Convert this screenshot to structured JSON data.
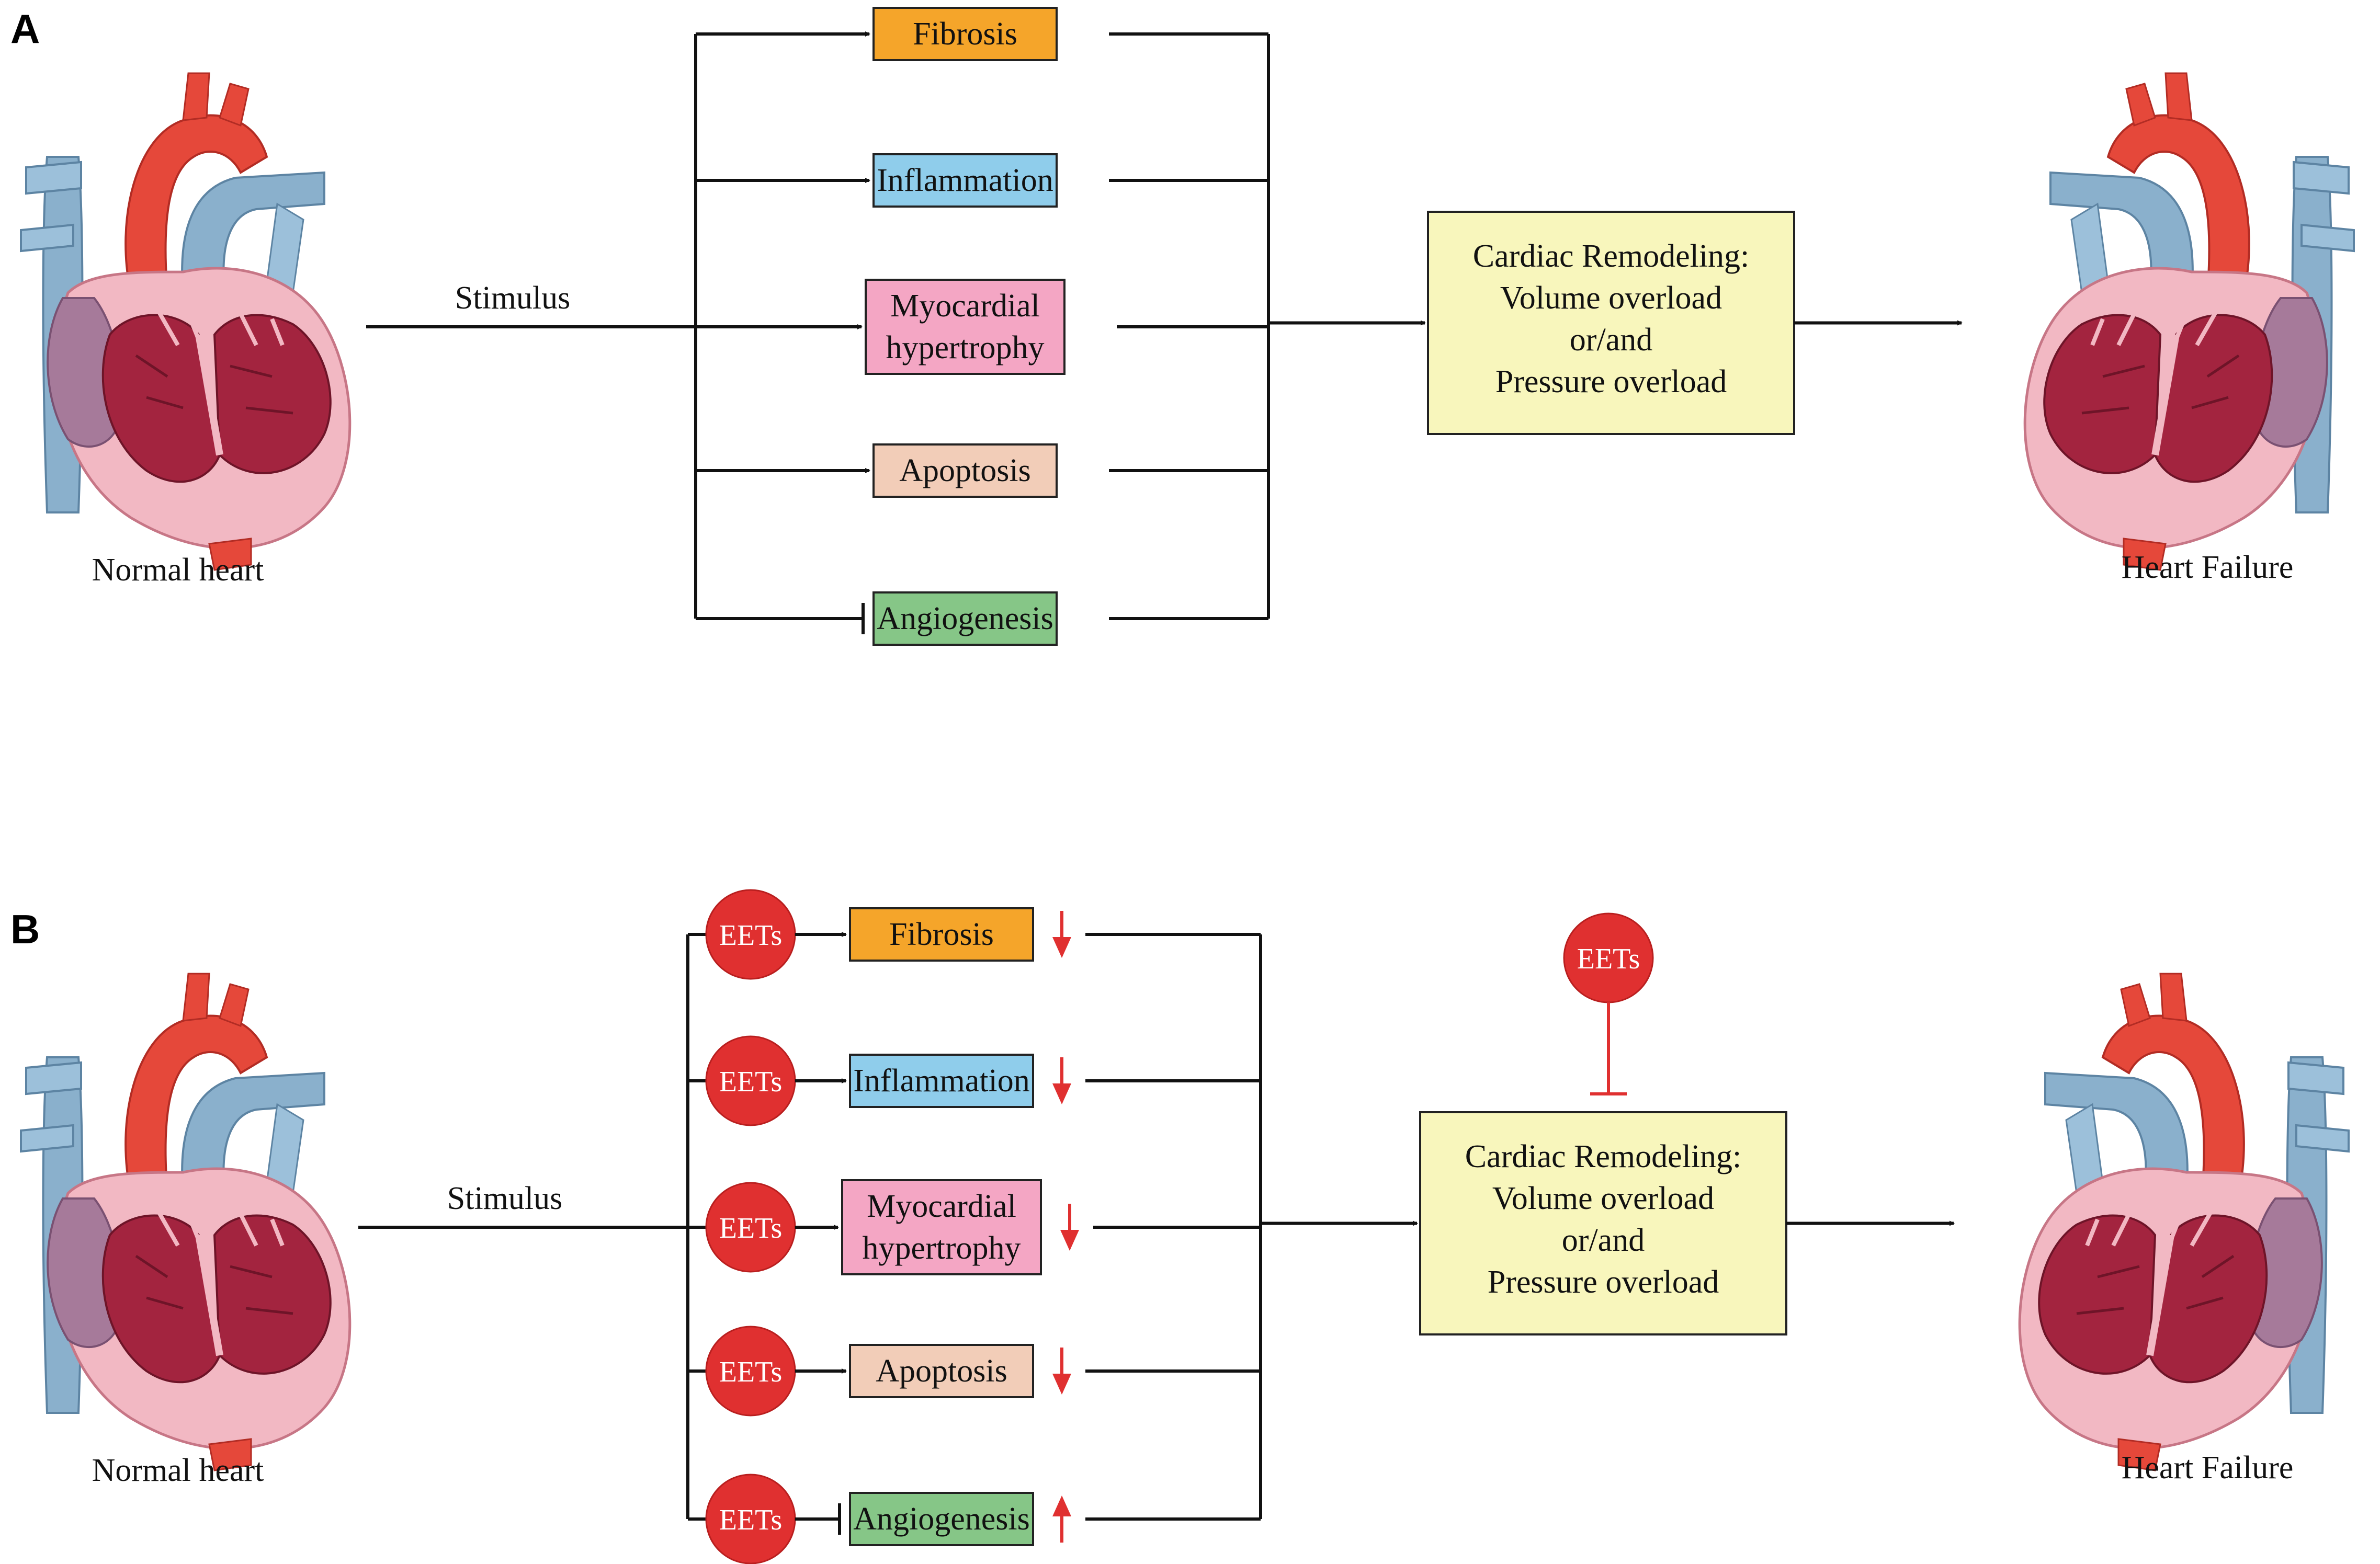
{
  "panels": [
    {
      "letter": "A",
      "left_label": "Normal heart",
      "right_label": "Heart  Failure",
      "stimulus": "Stimulus",
      "pathways": [
        {
          "label_lines": [
            "Fibrosis"
          ],
          "color": "#f5a52a",
          "eets": false,
          "effect": "arrow",
          "change": null
        },
        {
          "label_lines": [
            "Inflammation"
          ],
          "color": "#8fcdeb",
          "eets": false,
          "effect": "arrow",
          "change": null
        },
        {
          "label_lines": [
            "Myocardial",
            "hypertrophy"
          ],
          "color": "#f4a6c4",
          "eets": false,
          "effect": "arrow",
          "change": null
        },
        {
          "label_lines": [
            "Apoptosis"
          ],
          "color": "#f2cdb8",
          "eets": false,
          "effect": "arrow",
          "change": null
        },
        {
          "label_lines": [
            "Angiogenesis"
          ],
          "color": "#86c687",
          "eets": false,
          "effect": "inhibit",
          "change": null
        }
      ],
      "remodeling": {
        "lines": [
          "Cardiac Remodeling:",
          "Volume overload",
          "or/and",
          "Pressure overload"
        ],
        "color": "#f8f6bc"
      },
      "eets_inhibitor": null
    },
    {
      "letter": "B",
      "left_label": "Normal heart",
      "right_label": "Heart  Failure",
      "stimulus": "Stimulus",
      "pathways": [
        {
          "label_lines": [
            "Fibrosis"
          ],
          "color": "#f5a52a",
          "eets": true,
          "eets_label": "EETs",
          "effect": "arrow",
          "change": "down"
        },
        {
          "label_lines": [
            "Inflammation"
          ],
          "color": "#8fcdeb",
          "eets": true,
          "eets_label": "EETs",
          "effect": "arrow",
          "change": "down"
        },
        {
          "label_lines": [
            "Myocardial",
            "hypertrophy"
          ],
          "color": "#f4a6c4",
          "eets": true,
          "eets_label": "EETs",
          "effect": "arrow",
          "change": "down"
        },
        {
          "label_lines": [
            "Apoptosis"
          ],
          "color": "#f2cdb8",
          "eets": true,
          "eets_label": "EETs",
          "effect": "arrow",
          "change": "down"
        },
        {
          "label_lines": [
            "Angiogenesis"
          ],
          "color": "#86c687",
          "eets": true,
          "eets_label": "EETs",
          "effect": "inhibit",
          "change": "up"
        }
      ],
      "remodeling": {
        "lines": [
          "Cardiac Remodeling:",
          "Volume overload",
          "or/and",
          "Pressure overload"
        ],
        "color": "#f8f6bc"
      },
      "eets_inhibitor": {
        "label": "EETs",
        "color": "#e03030"
      }
    }
  ],
  "colors": {
    "eets": "#e03030",
    "change_arrow": "#e03030",
    "heart_muscle": "#a3243f",
    "heart_wall": "#f2b8c3",
    "aorta": "#e5483a",
    "vein": "#8ab0cc"
  }
}
